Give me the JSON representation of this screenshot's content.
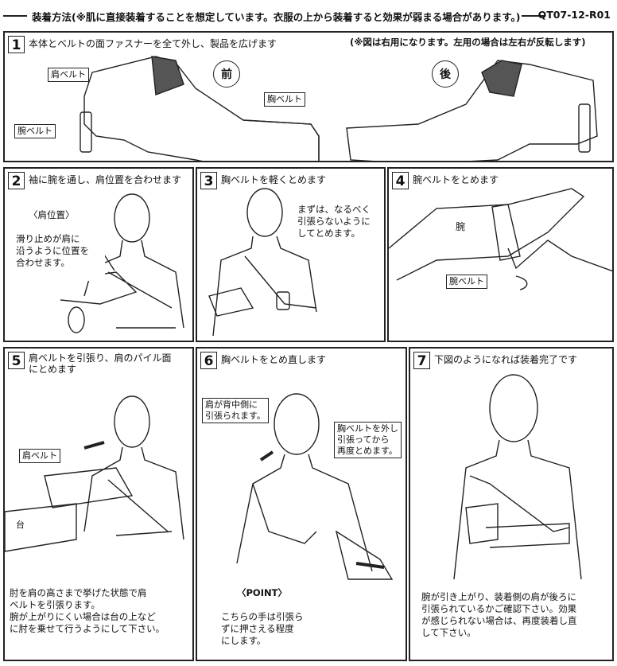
{
  "header": {
    "title": "装着方法(※肌に直接装着することを想定しています。衣服の上から装着すると効果が弱まる場合があります。)",
    "code": "QT07-12-R01"
  },
  "step1": {
    "num": "1",
    "title": "本体とベルトの面ファスナーを全て外し、製品を広げます",
    "note": "(※図は右用になります。左用の場合は左右が反転します)",
    "front": "前",
    "back": "後",
    "shoulder_belt": "肩ベルト",
    "arm_belt": "腕ベルト",
    "chest_belt": "胸ベルト"
  },
  "step2": {
    "num": "2",
    "title": "袖に腕を通し、肩位置を合わせます",
    "subhead": "〈肩位置〉",
    "text": "滑り止めが肩に\n沿うように位置を\n合わせます。"
  },
  "step3": {
    "num": "3",
    "title": "胸ベルトを軽くとめます",
    "text": "まずは、なるべく\n引張らないように\nしてとめます。"
  },
  "step4": {
    "num": "4",
    "title": "腕ベルトをとめます",
    "arm": "腕",
    "arm_belt": "腕ベルト"
  },
  "step5": {
    "num": "5",
    "title": "肩ベルトを引張り、肩のパイル面\nにとめます",
    "shoulder_belt": "肩ベルト",
    "stand": "台",
    "text": "肘を肩の高さまで挙げた状態で肩\nベルトを引張ります。\n腕が上がりにくい場合は台の上など\nに肘を乗せて行うようにして下さい。"
  },
  "step6": {
    "num": "6",
    "title": "胸ベルトをとめ直します",
    "label_a": "肩が背中側に\n引張られます。",
    "label_b": "胸ベルトを外し\n引張ってから\n再度とめます。",
    "point_head": "〈POINT〉",
    "point_text": "こちらの手は引張ら\nずに押さえる程度\nにします。"
  },
  "step7": {
    "num": "7",
    "title": "下図のようになれば装着完了です",
    "text": "腕が引き上がり、装着側の肩が後ろに\n引張られているかご確認下さい。効果\nが感じられない場合は、再度装着し直\nして下さい。"
  }
}
